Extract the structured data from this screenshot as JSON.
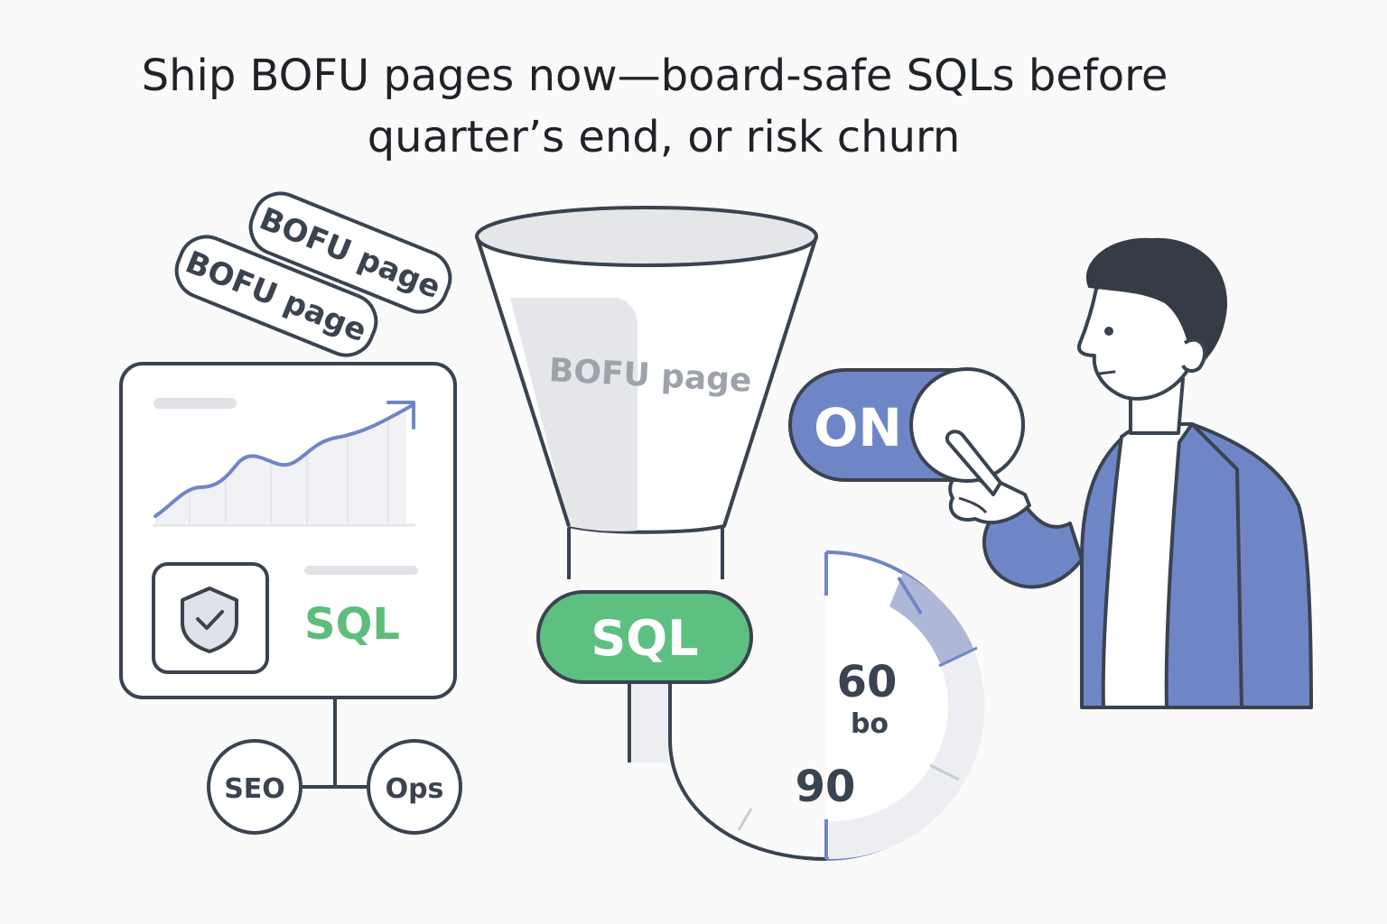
{
  "headline": {
    "line1": "Ship BOFU pages now—board-safe SQLs before",
    "line2": "quarter’s end, or risk churn"
  },
  "tags": [
    "BOFU page",
    "BOFU page"
  ],
  "funnel": {
    "label": "BOFU page"
  },
  "dashboard": {
    "sql_label": "SQL"
  },
  "sql_pill": {
    "label": "SQL"
  },
  "branches": {
    "left": "SEO",
    "right": "Ops"
  },
  "toggle": {
    "label": "ON"
  },
  "gauge": {
    "value_top": "60",
    "unit": "bo",
    "value_bottom": "90"
  },
  "colors": {
    "ink": "#3a4350",
    "blue": "#6f86c6",
    "blue_light": "#aeb8d6",
    "green": "#5dbf80",
    "green_text": "#5fbd7c",
    "gray_fill": "#e4e6ea",
    "skin": "#ffffff"
  },
  "icons": [
    "shield-check-icon",
    "trend-arrow-icon",
    "person-illustration",
    "toggle-switch-icon",
    "gauge-icon",
    "funnel-icon"
  ]
}
